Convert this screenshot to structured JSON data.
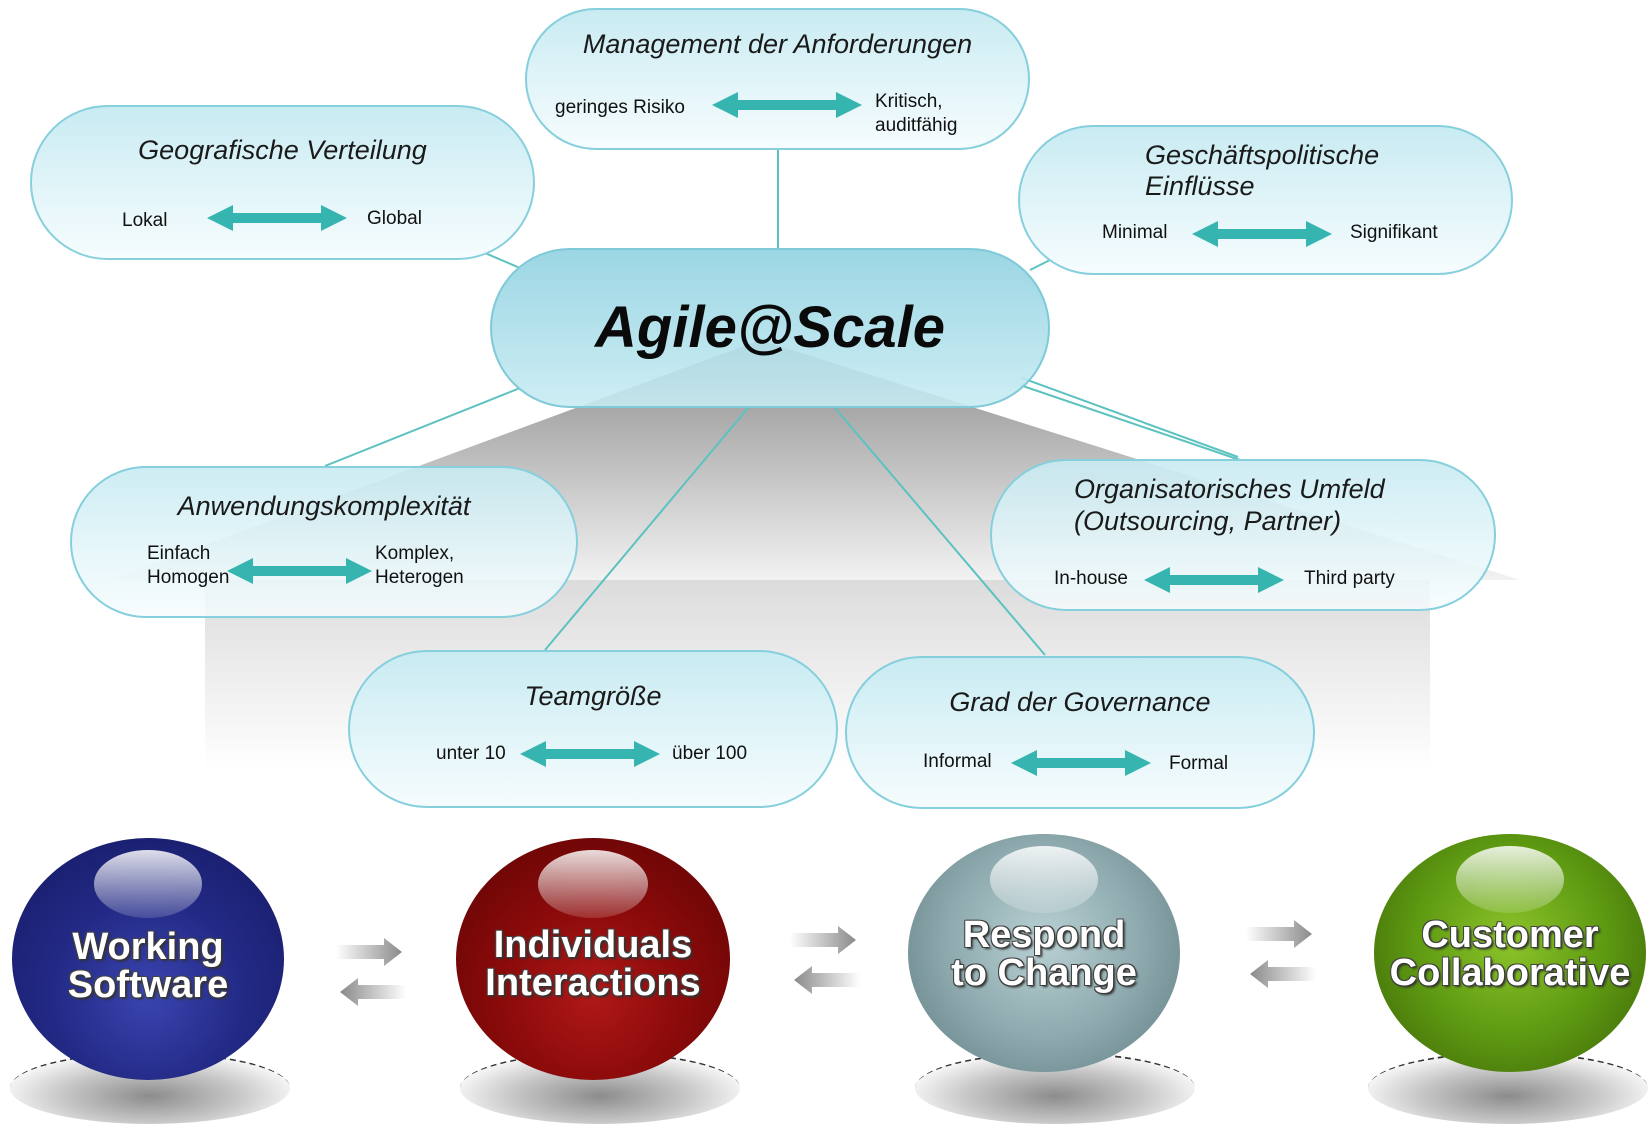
{
  "center": {
    "title": "Agile@Scale"
  },
  "nodes": {
    "management": {
      "title": "Management der Anforderungen",
      "left": "geringes Risiko",
      "right_line1": "Kritisch,",
      "right_line2": "auditfähig"
    },
    "geografisch": {
      "title": "Geografische Verteilung",
      "left": "Lokal",
      "right": "Global"
    },
    "geschaeft": {
      "title_line1": "Geschäftspolitische",
      "title_line2": "Einflüsse",
      "left": "Minimal",
      "right": "Signifikant"
    },
    "anwendung": {
      "title": "Anwendungskomplexität",
      "left_line1": "Einfach",
      "left_line2": "Homogen",
      "right_line1": "Komplex,",
      "right_line2": "Heterogen"
    },
    "organisatorisch": {
      "title_line1": "Organisatorisches Umfeld",
      "title_line2": "(Outsourcing, Partner)",
      "left": "In-house",
      "right": "Third party"
    },
    "teamgroesse": {
      "title": "Teamgröße",
      "left": "unter 10",
      "right": "über 100"
    },
    "governance": {
      "title": "Grad der Governance",
      "left": "Informal",
      "right": "Formal"
    }
  },
  "spheres": [
    {
      "line1": "Working",
      "line2": "Software",
      "color": "#232a86"
    },
    {
      "line1": "Individuals",
      "line2": "Interactions",
      "color": "#8a0a0a"
    },
    {
      "line1": "Respond",
      "line2": "to Change",
      "color": "#7f9fa4"
    },
    {
      "line1": "Customer",
      "line2": "Collaborative",
      "color": "#4f8a0a"
    }
  ],
  "colors": {
    "arrow": "#36b5b0",
    "pill_border": "#86cfdc",
    "connector": "#5cc2c0"
  }
}
